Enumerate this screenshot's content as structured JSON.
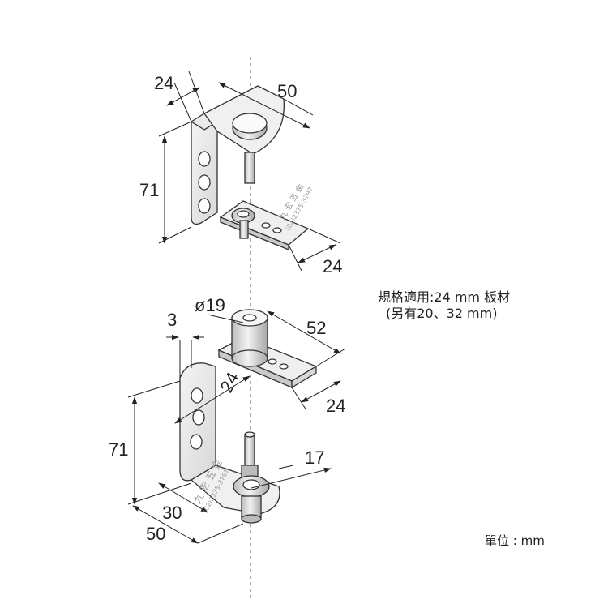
{
  "top_hinge": {
    "dims": {
      "width_24": "24",
      "depth_50": "50",
      "height_71": "71",
      "plate_24": "24"
    }
  },
  "bottom_hinge": {
    "dims": {
      "thickness_3": "3",
      "diameter_19": "ø19",
      "length_52": "52",
      "slot_24": "24",
      "plate_24": "24",
      "height_71": "71",
      "pin_17": "17",
      "base_30": "30",
      "base_50": "50"
    }
  },
  "spec_note": {
    "line1": "規格適用:24 mm 板材",
    "line2": "(另有20、32 mm)"
  },
  "unit_note": "單位 : mm",
  "watermark": {
    "top_name": "九 宏 五 金",
    "top_phone": "(02)2375-3797",
    "bottom_name": "九 宏 五 金",
    "bottom_phone": "(02)2375-3797"
  }
}
